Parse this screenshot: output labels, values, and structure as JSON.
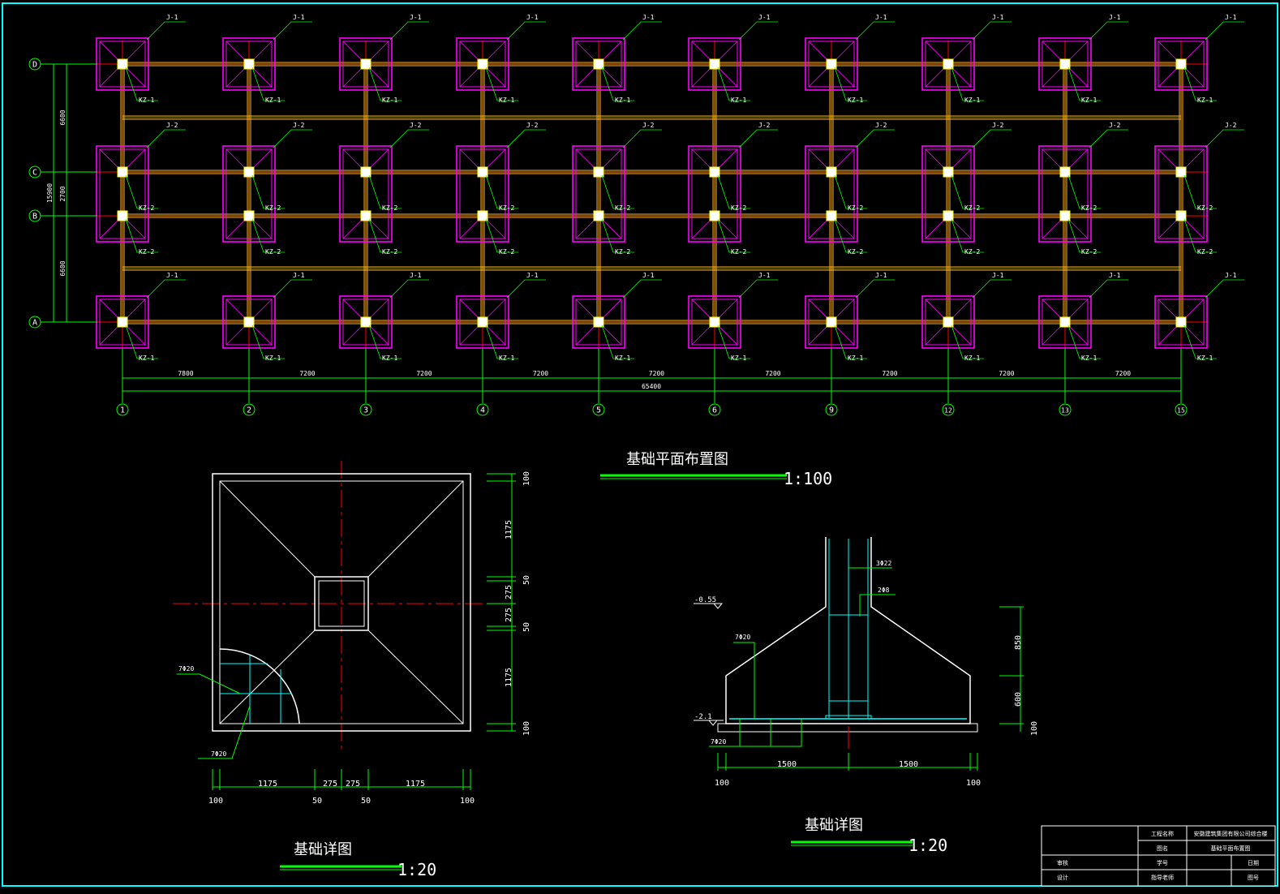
{
  "colors": {
    "background": "#000000",
    "frame": "#00ffff",
    "footing": "#ff00ff",
    "beam": "#ffb030",
    "beam_inner": "#ffff00",
    "axis": "#00ff00",
    "center_line": "#ff0000",
    "rebar": "#00ffff",
    "outline": "#ffffff",
    "dim_text": "#ffffff"
  },
  "plan": {
    "columns": [
      {
        "axis": "1",
        "label": "1"
      },
      {
        "axis": "2",
        "label": "2"
      },
      {
        "axis": "3",
        "label": "3"
      },
      {
        "axis": "4",
        "label": "4"
      },
      {
        "axis": "5",
        "label": "5"
      },
      {
        "axis": "6",
        "label": "6"
      },
      {
        "axis": "9",
        "label": "9"
      },
      {
        "axis": "12",
        "label": "12"
      },
      {
        "axis": "13",
        "label": "13"
      },
      {
        "axis": "15",
        "label": "15"
      }
    ],
    "rows": [
      {
        "label": "D"
      },
      {
        "label": "C"
      },
      {
        "label": "B"
      },
      {
        "label": "A"
      }
    ],
    "spans": [
      "7800",
      "7200",
      "7200",
      "7200",
      "7200",
      "7200",
      "7200",
      "7200",
      "7200"
    ],
    "total_length": "65400",
    "row_dims": {
      "d_c": "6600",
      "c_b": "2700",
      "b_a": "6600",
      "total": "15900"
    },
    "footing_labels": {
      "top": "J-1",
      "middle": "J-2",
      "bottom": "J-1"
    },
    "column_labels": {
      "top": "KZ-1",
      "middle": "KZ-2",
      "bottom": "KZ-1"
    }
  },
  "titles": {
    "plan_title": "基础平面布置图",
    "plan_scale": "1:100",
    "detail_title": "基础详图",
    "detail_scale": "1:20",
    "section_title": "基础详图",
    "section_scale": "1:20"
  },
  "plan_detail": {
    "bottom_dims": [
      "1175",
      "275",
      "275",
      "1175"
    ],
    "bottom_lower": [
      "100",
      "50",
      "50",
      "100"
    ],
    "right_dims": [
      "100",
      "1175",
      "50",
      "275",
      "275",
      "50",
      "1175",
      "100"
    ],
    "rebar_label_1": "7Φ20",
    "rebar_label_2": "7Φ20"
  },
  "section_detail": {
    "elev_top": "-0.55",
    "elev_bottom": "-2.1",
    "rebar_col": "3Φ22",
    "rebar_stirrup": "2Φ8",
    "rebar_left": "7Φ20",
    "rebar_bottom": "7Φ20",
    "dim_half_left": "1500",
    "dim_half_right": "1500",
    "dim_left": "100",
    "dim_right": "100",
    "dim_850": "850",
    "dim_600": "600",
    "dim_100": "100"
  },
  "title_block": {
    "project_label": "工程名称",
    "project_value": "安徽建筑集团有限公司综合楼",
    "drawing_label": "图名",
    "drawing_value": "基础平面布置图",
    "row1_a": "审核",
    "row1_b": "学号",
    "row1_c": "日期",
    "row2_a": "设计",
    "row2_b": "指导老师",
    "row2_c": "图号"
  }
}
